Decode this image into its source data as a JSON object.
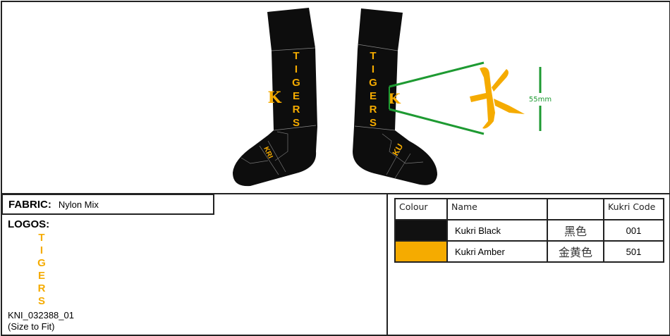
{
  "artwork": {
    "sock_text": "TIGERS",
    "left_foot_text": "KRI",
    "right_foot_text": "KU",
    "logo_glyph": "K",
    "dimension_label": "55mm"
  },
  "fabric": {
    "label": "FABRIC:",
    "value": "Nylon Mix"
  },
  "logos": {
    "label": "LOGOS:",
    "letters": [
      "T",
      "I",
      "G",
      "E",
      "R",
      "S"
    ],
    "code": "KNI_032388_01",
    "note": "(Size to Fit)"
  },
  "colour_table": {
    "headers": [
      "Colour",
      "Name",
      "",
      "Kukri Code"
    ],
    "rows": [
      {
        "swatch": "#111111",
        "name": "Kukri Black",
        "chinese": "黑色",
        "code": "001"
      },
      {
        "swatch": "#f5ab00",
        "name": "Kukri Amber",
        "chinese": "金黄色",
        "code": "501"
      }
    ]
  },
  "colors": {
    "amber": "#f5ab00",
    "black": "#111111",
    "dimension_green": "#1e9a32"
  }
}
